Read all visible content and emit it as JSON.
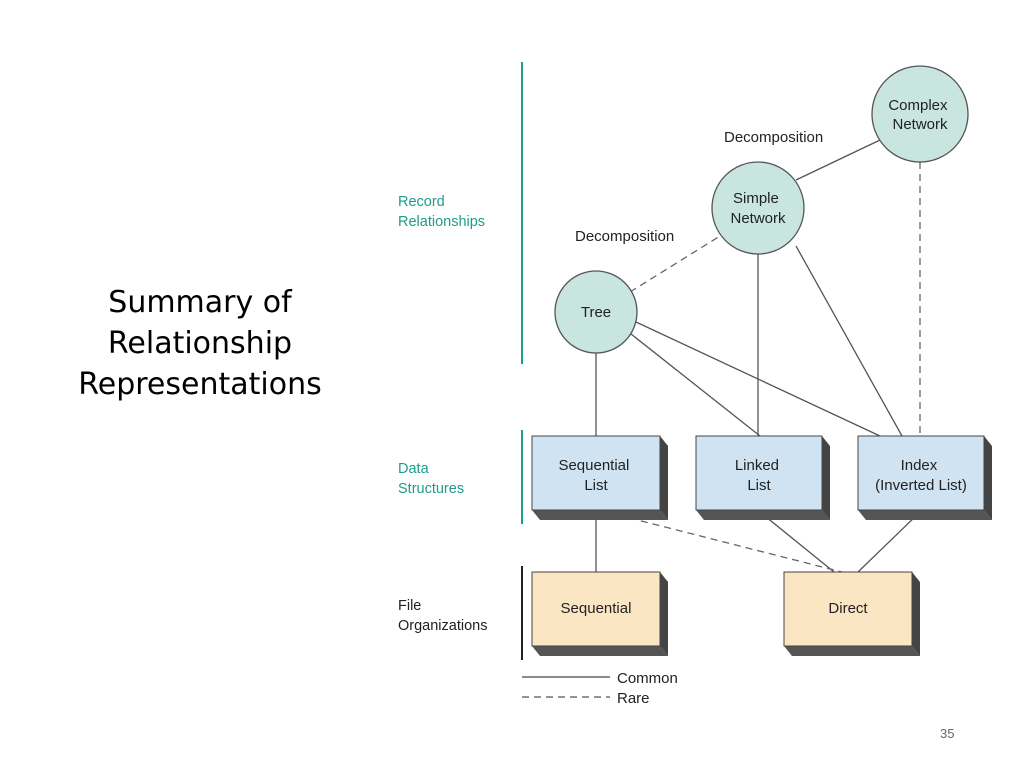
{
  "title": {
    "lines": [
      "Summary of",
      "Relationship",
      "Representations"
    ]
  },
  "categories": {
    "record": [
      "Record",
      "Relationships"
    ],
    "data": [
      "Data",
      "Structures"
    ],
    "file": [
      "File",
      "Organizations"
    ]
  },
  "nodes": {
    "complex_network": [
      "Complex",
      "Network"
    ],
    "simple_network": [
      "Simple",
      "Network"
    ],
    "tree": [
      "Tree"
    ],
    "sequential_list": [
      "Sequential",
      "List"
    ],
    "linked_list": [
      "Linked",
      "List"
    ],
    "index_list": [
      "Index",
      "(Inverted List)"
    ],
    "sequential": [
      "Sequential"
    ],
    "direct": [
      "Direct"
    ]
  },
  "edge_labels": {
    "upper": "Decomposition",
    "lower": "Decomposition"
  },
  "legend": {
    "common": "Common",
    "rare": "Rare"
  },
  "colors": {
    "teal": "#1f9c8a",
    "circle_fill": "#c9e5df",
    "box_blue": "#cfe3f3",
    "box_tan": "#fbe6c4"
  },
  "page_number": "35"
}
